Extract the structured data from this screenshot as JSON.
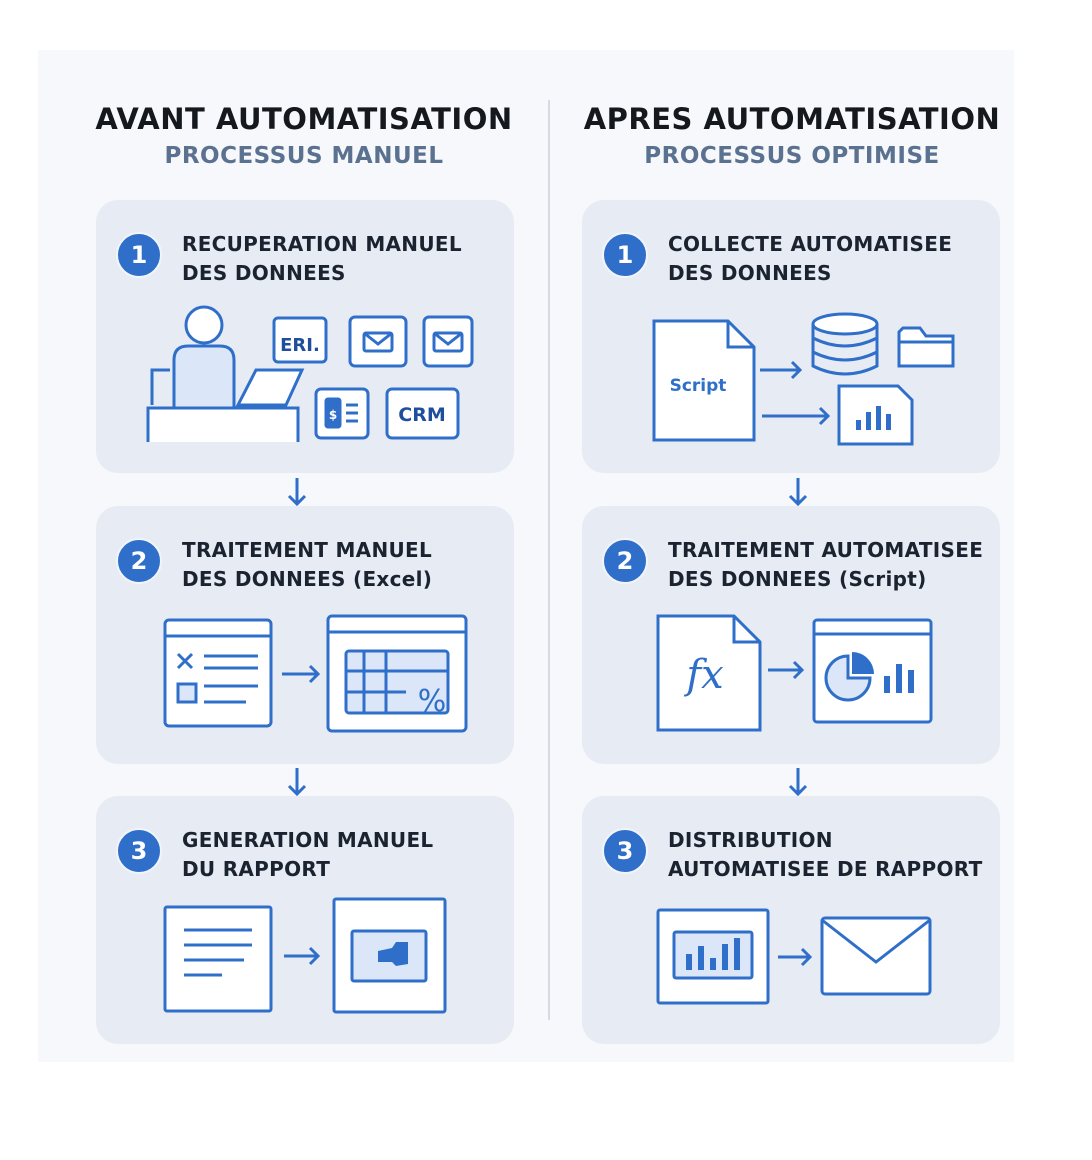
{
  "colors": {
    "accent": "#2f6fc9",
    "card": "#e7ecf4",
    "fill": "#dbe7f8"
  },
  "before": {
    "title": "AVANT AUTOMATISATION",
    "subtitle": "PROCESSUS MANUEL",
    "steps": [
      {
        "number": "1",
        "text": "RECUPERATION MANUEL\nDES DONNEES",
        "icons": {
          "erp": "ERI.",
          "crm": "CRM",
          "doc": "$"
        }
      },
      {
        "number": "2",
        "text": "TRAITEMENT MANUEL\nDES DONNEES (Excel)",
        "icons": {
          "percent": "%"
        }
      },
      {
        "number": "3",
        "text": "GENERATION MANUEL\nDU RAPPORT"
      }
    ]
  },
  "after": {
    "title": "APRES AUTOMATISATION",
    "subtitle": "PROCESSUS OPTIMISE",
    "steps": [
      {
        "number": "1",
        "text": "COLLECTE AUTOMATISEE\nDES DONNEES",
        "icons": {
          "script": "Script"
        }
      },
      {
        "number": "2",
        "text": "TRAITEMENT AUTOMATISEE\nDES DONNEES (Script)",
        "icons": {
          "fx": "fx"
        }
      },
      {
        "number": "3",
        "text": "DISTRIBUTION\nAUTOMATISEE DE RAPPORT"
      }
    ]
  }
}
